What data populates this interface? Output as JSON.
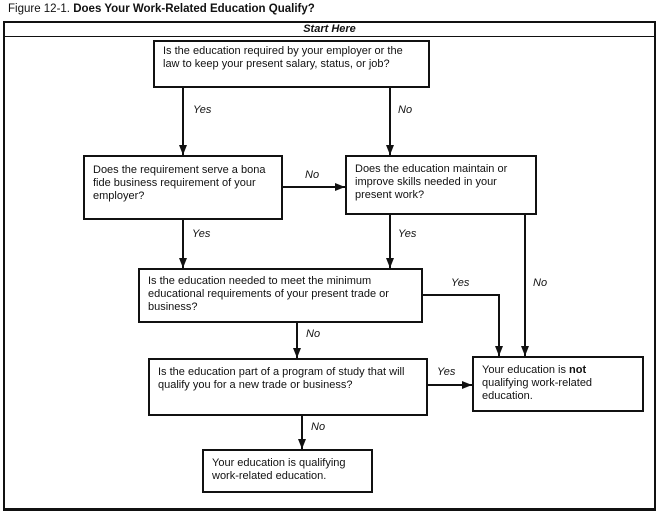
{
  "title": {
    "prefix": "Figure 12-1.",
    "text": "Does Your Work-Related Education Qualify?"
  },
  "flowchart": {
    "start_label": "Start Here",
    "nodes": {
      "q1": "Is the education required by your employer or the law to keep your present salary, status, or job?",
      "q2": "Does the requirement serve a bona fide business requirement of your employer?",
      "q3": "Does the education maintain or improve skills needed in your present work?",
      "q4": "Is the education needed to meet the minimum educational requirements of your present trade or business?",
      "q5": "Is the education part of a program of study that will qualify you for a new trade or business?",
      "not_qualifying": {
        "before": "Your education is ",
        "bold": "not",
        "after": " qualifying work-related education."
      },
      "qualifying": "Your education is qualifying work-related education."
    },
    "edge_labels": {
      "q1_yes": "Yes",
      "q1_no": "No",
      "q2_no": "No",
      "q2_yes": "Yes",
      "q3_yes": "Yes",
      "q3_no": "No",
      "q4_yes": "Yes",
      "q4_no": "No",
      "q5_yes": "Yes",
      "q5_no": "No"
    }
  }
}
